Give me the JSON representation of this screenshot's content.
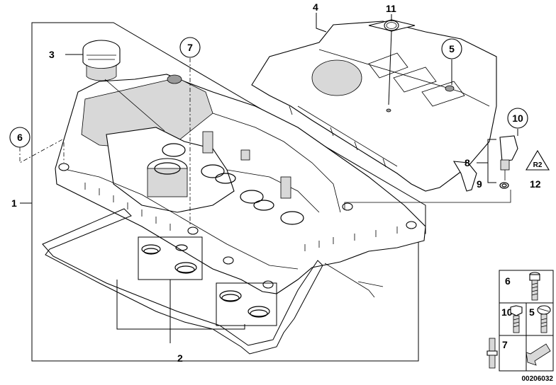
{
  "callouts": {
    "c1": "1",
    "c2": "2",
    "c3": "3",
    "c4": "4",
    "c5": "5",
    "c6": "6",
    "c7": "7",
    "c8": "8",
    "c9": "9",
    "c10": "10",
    "c11": "11",
    "c12": "12"
  },
  "fastener_table": {
    "cell_6": "6",
    "cell_10": "10",
    "cell_5": "5",
    "cell_7": "7"
  },
  "label_emblem_text": "R2",
  "reference_number": "00206032"
}
